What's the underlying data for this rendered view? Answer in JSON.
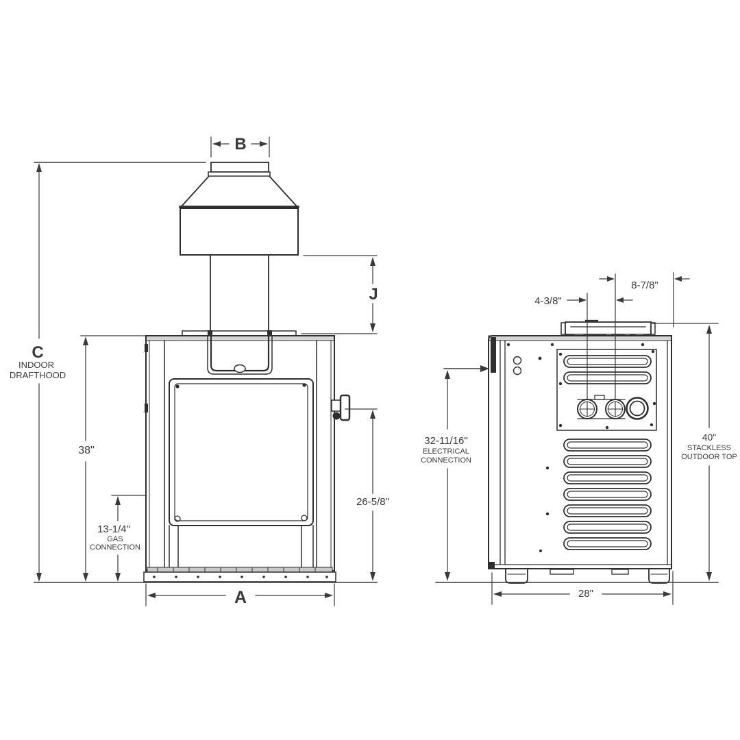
{
  "front_view": {
    "dim_b_label": "B",
    "dim_c_label": "C",
    "dim_c_desc_line1": "INDOOR",
    "dim_c_desc_line2": "DRAFTHOOD",
    "dim_38": "38\"",
    "gas_dim": "13-1/4\"",
    "gas_desc_line1": "GAS",
    "gas_desc_line2": "CONNECTION",
    "dim_j_label": "J",
    "dim_26": "26-5/8\"",
    "dim_a_label": "A"
  },
  "side_view": {
    "dim_conn_spacing": "4-3/8\"",
    "dim_conn_offset": "8-7/8\"",
    "electrical_dim": "32-11/16\"",
    "electrical_desc_line1": "ELECTRICAL",
    "electrical_desc_line2": "CONNECTION",
    "dim_40": "40\"",
    "stackless_desc_line1": "STACKLESS",
    "stackless_desc_line2": "OUTDOOR TOP",
    "dim_28": "28\""
  },
  "colors": {
    "line": "#2e2e2e",
    "dimension": "#3a3a3a",
    "text": "#3a3a3a",
    "background": "#ffffff"
  }
}
